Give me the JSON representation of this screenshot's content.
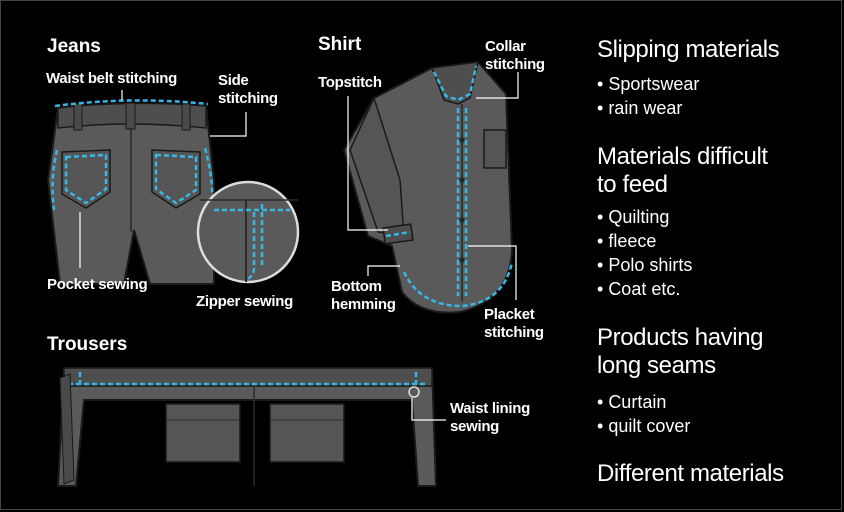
{
  "colors": {
    "accent": "#36b7e6",
    "garment": "#5a5a5a",
    "outline": "#1a1a1a",
    "background": "#000000"
  },
  "jeans": {
    "title": "Jeans",
    "waist_belt": "Waist belt stitching",
    "side": "Side\nstitching",
    "pocket": "Pocket sewing",
    "zipper": "Zipper sewing"
  },
  "shirt": {
    "title": "Shirt",
    "topstitch": "Topstitch",
    "collar": "Collar\nstitching",
    "bottom": "Bottom\nhemming",
    "placket": "Placket\nstitching"
  },
  "trousers": {
    "title": "Trousers",
    "waist_lining": "Waist lining\nsewing"
  },
  "categories": [
    {
      "heading": "Slipping materials",
      "items": [
        "Sportswear",
        "rain wear"
      ]
    },
    {
      "heading": "Materials difficult\nto feed",
      "items": [
        "Quilting",
        "fleece",
        "Polo shirts",
        "Coat etc."
      ]
    },
    {
      "heading": "Products having\nlong seams",
      "items": [
        "Curtain",
        "quilt cover"
      ]
    },
    {
      "heading": "Different materials",
      "items": []
    }
  ]
}
